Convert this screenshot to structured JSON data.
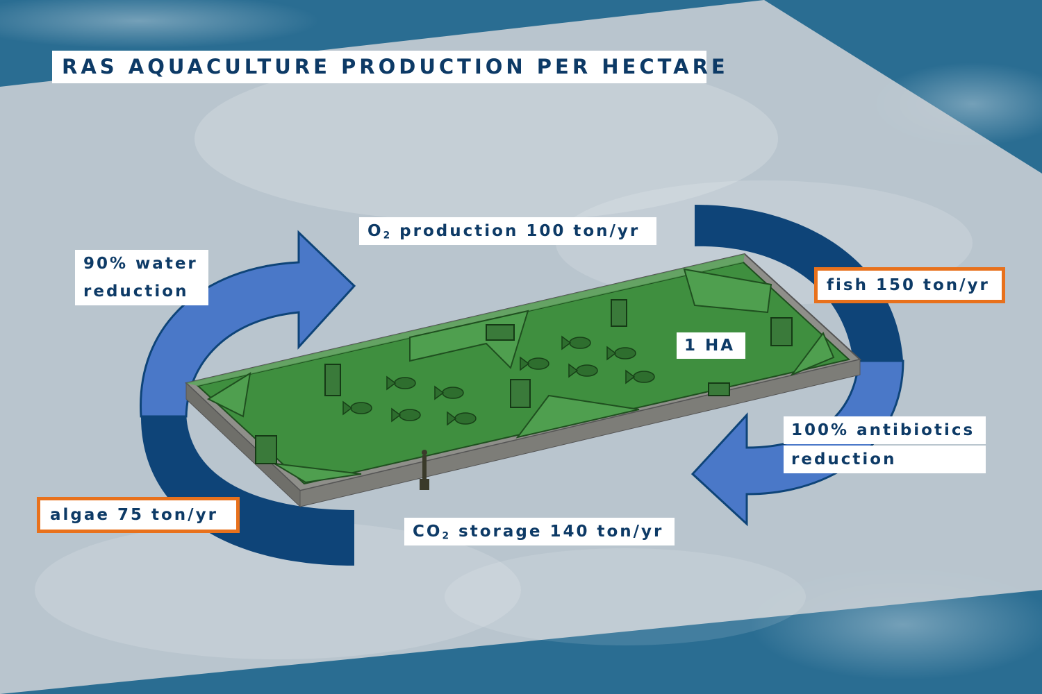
{
  "title": "RAS AQUACULTURE PRODUCTION PER HECTARE",
  "labels": {
    "o2_prefix": "O",
    "o2_sub": "2",
    "o2_rest": " production 100 ton/yr",
    "water_line1": "90% water",
    "water_line2": "reduction",
    "fish": "fish 150 ton/yr",
    "area": "1 HA",
    "antibiotics_line1": "100% antibiotics",
    "antibiotics_line2": "reduction",
    "algae": "algae 75 ton/yr",
    "co2_prefix": "CO",
    "co2_sub": "2",
    "co2_rest": " storage 140 ton/yr"
  },
  "colors": {
    "text": "#0d3a66",
    "highlight_border": "#e8711c",
    "arrow_dark": "#0e4478",
    "arrow_light": "#4a78c8",
    "pool": "#3f8f3f",
    "wall": "#8f8f8a"
  },
  "icons": [
    "fish-icon"
  ]
}
